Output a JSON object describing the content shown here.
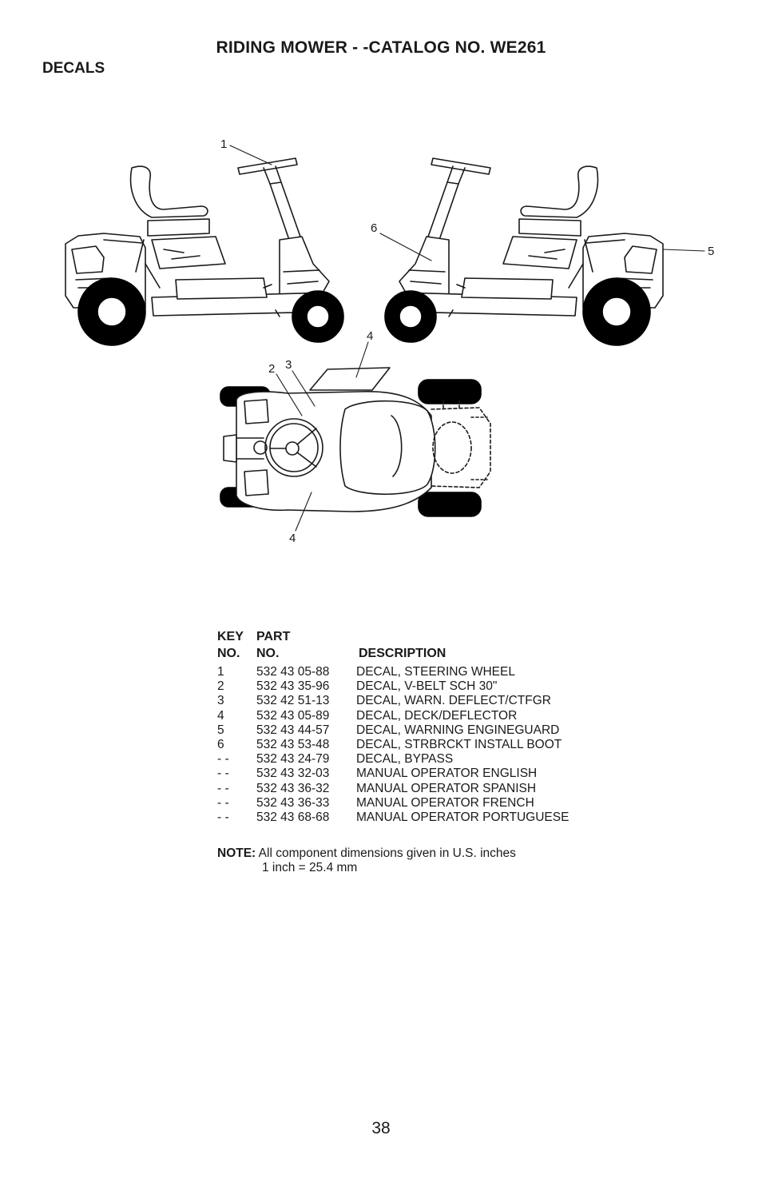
{
  "header": {
    "title": "RIDING MOWER - -CATALOG NO.   WE261",
    "section": "DECALS"
  },
  "figure": {
    "callouts": [
      "1",
      "6",
      "5",
      "4",
      "2",
      "3",
      "4"
    ]
  },
  "table": {
    "headers": {
      "key_line1": "KEY",
      "key_line2": "NO.",
      "part_line1": "PART",
      "part_line2": "NO.",
      "description": "DESCRIPTION"
    },
    "rows": [
      {
        "key": "1",
        "part": "532 43 05-88",
        "desc": "DECAL, STEERING WHEEL"
      },
      {
        "key": "2",
        "part": "532 43 35-96",
        "desc": "DECAL, V-BELT SCH 30\""
      },
      {
        "key": "3",
        "part": "532 42 51-13",
        "desc": "DECAL, WARN. DEFLECT/CTFGR"
      },
      {
        "key": "4",
        "part": "532 43 05-89",
        "desc": "DECAL, DECK/DEFLECTOR"
      },
      {
        "key": "5",
        "part": "532 43 44-57",
        "desc": "DECAL, WARNING ENGINEGUARD"
      },
      {
        "key": "6",
        "part": "532 43 53-48",
        "desc": "DECAL, STRBRCKT INSTALL BOOT"
      },
      {
        "key": "- -",
        "part": "532 43 24-79",
        "desc": "DECAL, BYPASS"
      },
      {
        "key": "- -",
        "part": "532 43 32-03",
        "desc": "MANUAL OPERATOR ENGLISH"
      },
      {
        "key": "- -",
        "part": "532 43 36-32",
        "desc": "MANUAL OPERATOR SPANISH"
      },
      {
        "key": "- -",
        "part": "532 43 36-33",
        "desc": "MANUAL OPERATOR FRENCH"
      },
      {
        "key": "- -",
        "part": "532 43 68-68",
        "desc": "MANUAL OPERATOR PORTUGUESE"
      }
    ]
  },
  "note": {
    "label": "NOTE:",
    "text": " All component dimensions given in U.S. inches",
    "conversion": "1 inch = 25.4 mm"
  },
  "footer": {
    "page_number": "38"
  }
}
